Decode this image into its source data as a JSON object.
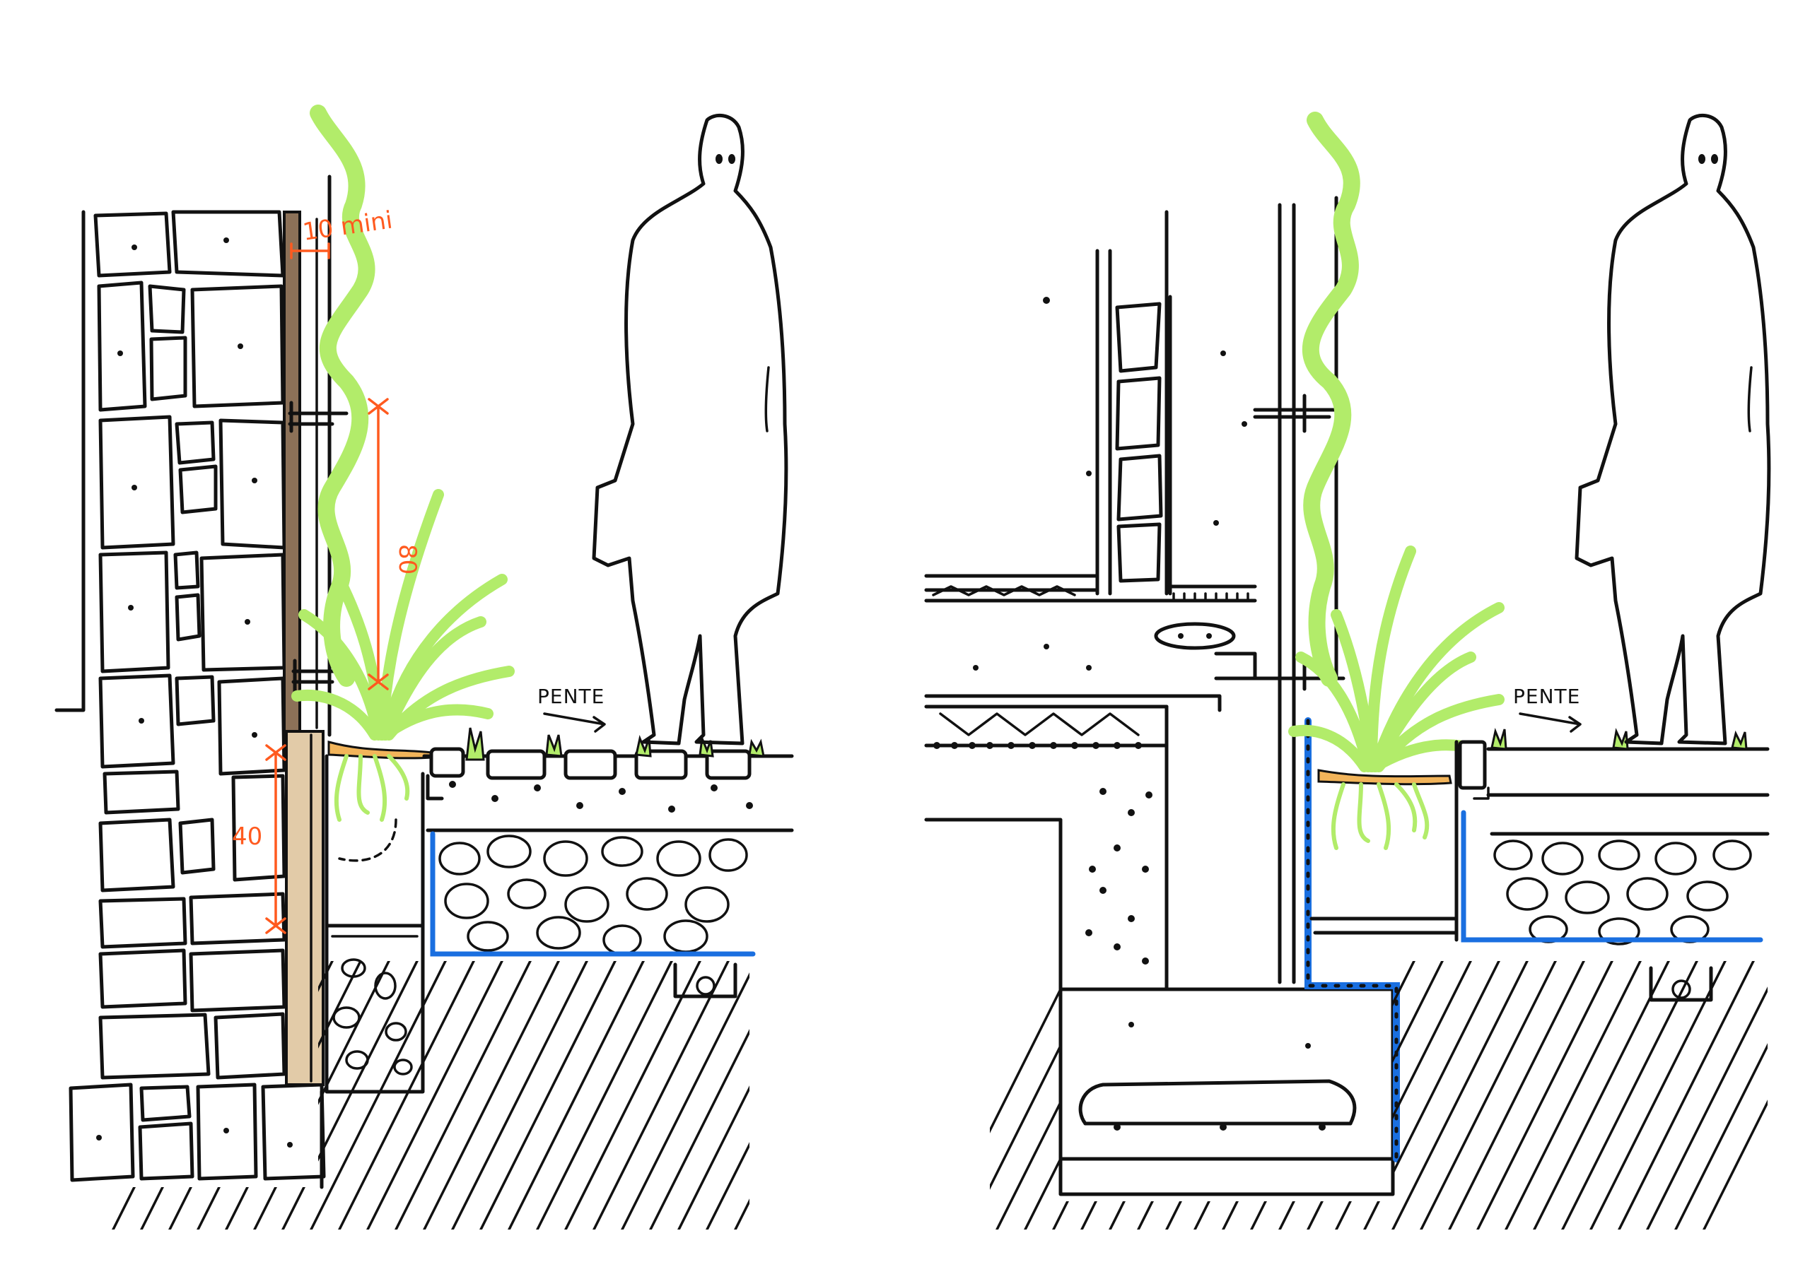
{
  "colors": {
    "ink": "#111111",
    "plant_green": "#b2ec6a",
    "membrane_blue": "#1a6fe0",
    "dimension_orange": "#ff5a1f",
    "wood_brown": "#8c7158",
    "wood_light": "#e2cba8",
    "bedding_orange": "#f2b45a"
  },
  "left_section": {
    "gap_dimension": "10 mini",
    "height_dimension": "80",
    "depth_dimension": "40",
    "slope_label": "PENTE"
  },
  "right_section": {
    "slope_label": "PENTE"
  }
}
